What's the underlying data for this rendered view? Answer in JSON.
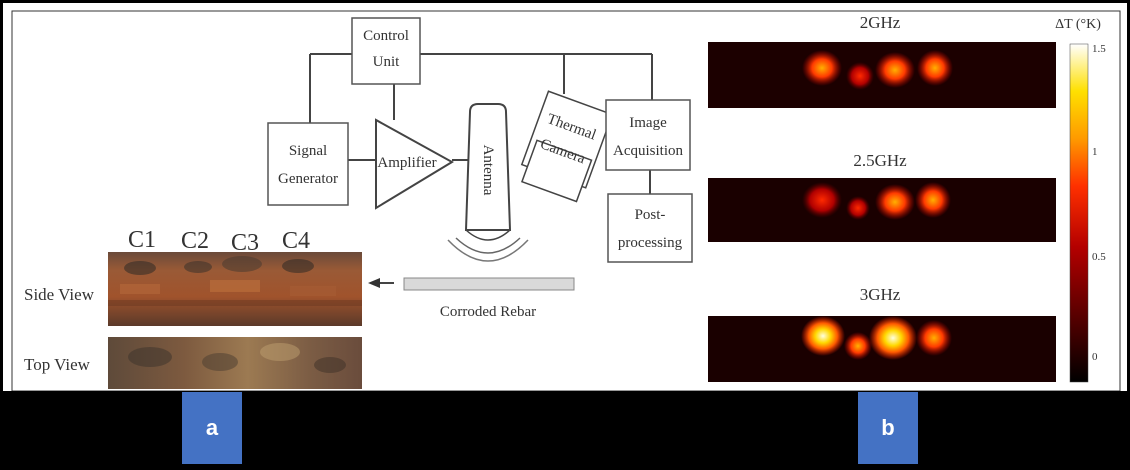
{
  "diagram": {
    "control_unit": [
      "Control",
      "Unit"
    ],
    "signal_generator": [
      "Signal",
      "Generator"
    ],
    "amplifier": "Amplifier",
    "antenna": "Antenna",
    "thermal_camera": [
      "Thermal",
      "Camera"
    ],
    "image_acquisition": [
      "Image",
      "Acquisition"
    ],
    "post_processing": [
      "Post-",
      "processing"
    ],
    "corroded_rebar": "Corroded Rebar"
  },
  "photos": {
    "columns": [
      "C1",
      "C2",
      "C3",
      "C4"
    ],
    "side_view": "Side View",
    "top_view": "Top View"
  },
  "heatmaps": {
    "titles": [
      "2GHz",
      "2.5GHz",
      "3GHz"
    ],
    "colorbar_title": "ΔT (°K)",
    "colorbar_ticks": [
      "1.5",
      "1",
      "0.5",
      "0"
    ],
    "colorscale": [
      "#000000",
      "#5a0000",
      "#b40000",
      "#ff3000",
      "#ff9a00",
      "#ffe000",
      "#ffffff"
    ]
  },
  "panel_labels": [
    "a",
    "b"
  ]
}
